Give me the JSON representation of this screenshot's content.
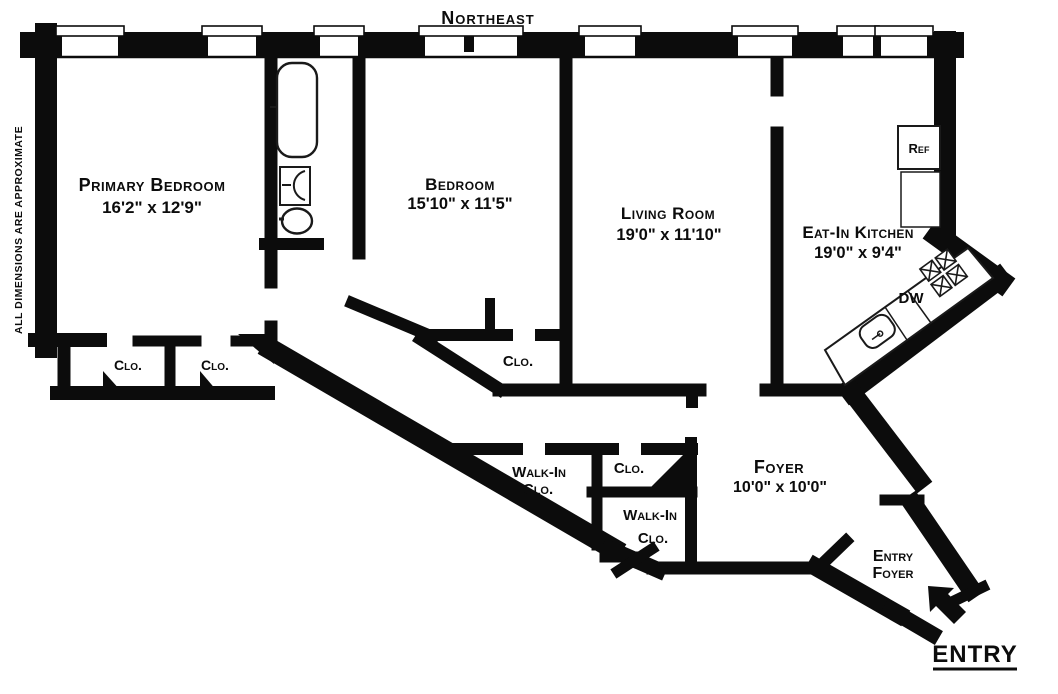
{
  "compass": "Northeast",
  "disclaimer": "ALL DIMENSIONS ARE APPROXIMATE",
  "rooms": {
    "primary_bedroom": {
      "name": "Primary Bedroom",
      "dims": "16'2\" x 12'9\""
    },
    "bedroom": {
      "name": "Bedroom",
      "dims": "15'10\" x 11'5\""
    },
    "living_room": {
      "name": "Living Room",
      "dims": "19'0\" x 11'10\""
    },
    "eat_in_kitchen": {
      "name": "Eat-In Kitchen",
      "dims": "19'0\" x 9'4\""
    },
    "foyer": {
      "name": "Foyer",
      "dims": "10'0\" x 10'0\""
    },
    "entry_foyer": {
      "line1": "Entry",
      "line2": "Foyer"
    }
  },
  "closets": {
    "clo1": "Clo.",
    "clo2": "Clo.",
    "bedroom_clo": "Clo.",
    "walk_in_1": {
      "line1": "Walk-In",
      "line2": "Clo."
    },
    "hall_clo": "Clo.",
    "walk_in_2": {
      "line1": "Walk-In",
      "line2": "Clo."
    }
  },
  "appliances": {
    "ref": "Ref",
    "dw": "DW"
  },
  "entry_label": "ENTRY",
  "colors": {
    "ink": "#0c0c0c",
    "background": "#ffffff"
  }
}
